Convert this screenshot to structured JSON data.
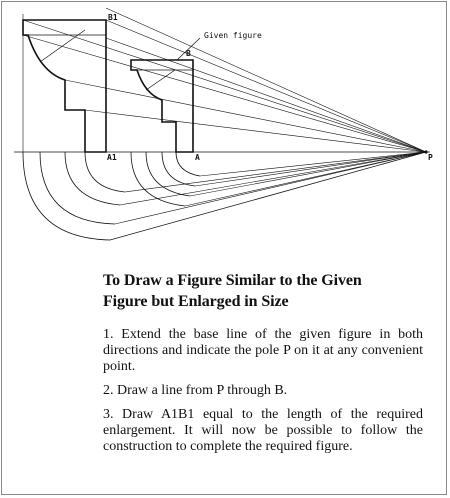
{
  "diagram": {
    "labels": {
      "b1": "B1",
      "b": "B",
      "a1": "A1",
      "a": "A",
      "p": "P",
      "given_figure": "Given figure"
    }
  },
  "text": {
    "heading_line1": "To Draw a Figure Similar to the Given",
    "heading_line2": "Figure but Enlarged in Size",
    "steps": [
      "1. Extend the base line of the given figure in both directions and indicate the pole P on it at any convenient point.",
      "2. Draw a line from P through B.",
      "3. Draw A1B1 equal to the length of the required enlargement. It will now be possible to follow the construction to complete the required figure."
    ]
  },
  "colors": {
    "ink": "#111111",
    "frame": "#8a8a8a"
  }
}
